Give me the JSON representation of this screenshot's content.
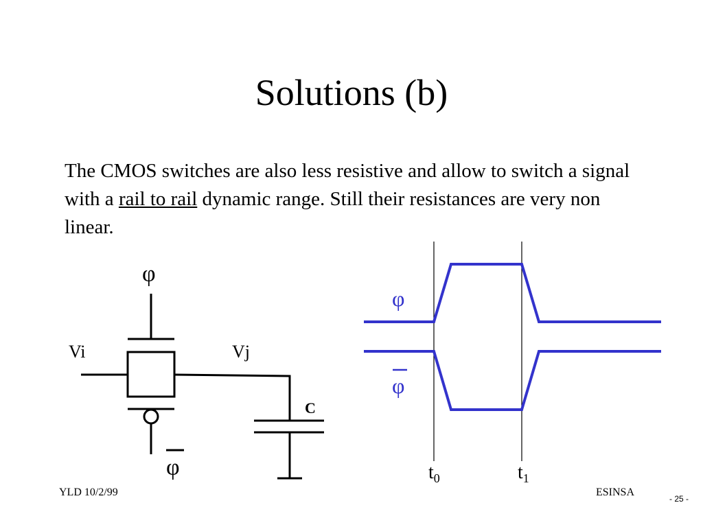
{
  "slide": {
    "title": "Solutions (b)",
    "para_1": "The CMOS switches are also less resistive and allow to switch a signal with a ",
    "para_underlined": "rail to rail",
    "para_2": " dynamic range. Still their resistances are very non linear."
  },
  "circuit": {
    "phi_top": "φ",
    "phi_bottom": "φ",
    "vi_label": "Vi",
    "vj_label": "Vj",
    "cap_label": "C"
  },
  "timing": {
    "phi_label": "φ",
    "phibar_label": "φ",
    "t0_base": "t",
    "t0_sub": "0",
    "t1_base": "t",
    "t1_sub": "1",
    "signal_color": "#3333cc"
  },
  "footer": {
    "left": "YLD 10/2/99",
    "right": "ESINSA",
    "page": "- 25 -"
  }
}
